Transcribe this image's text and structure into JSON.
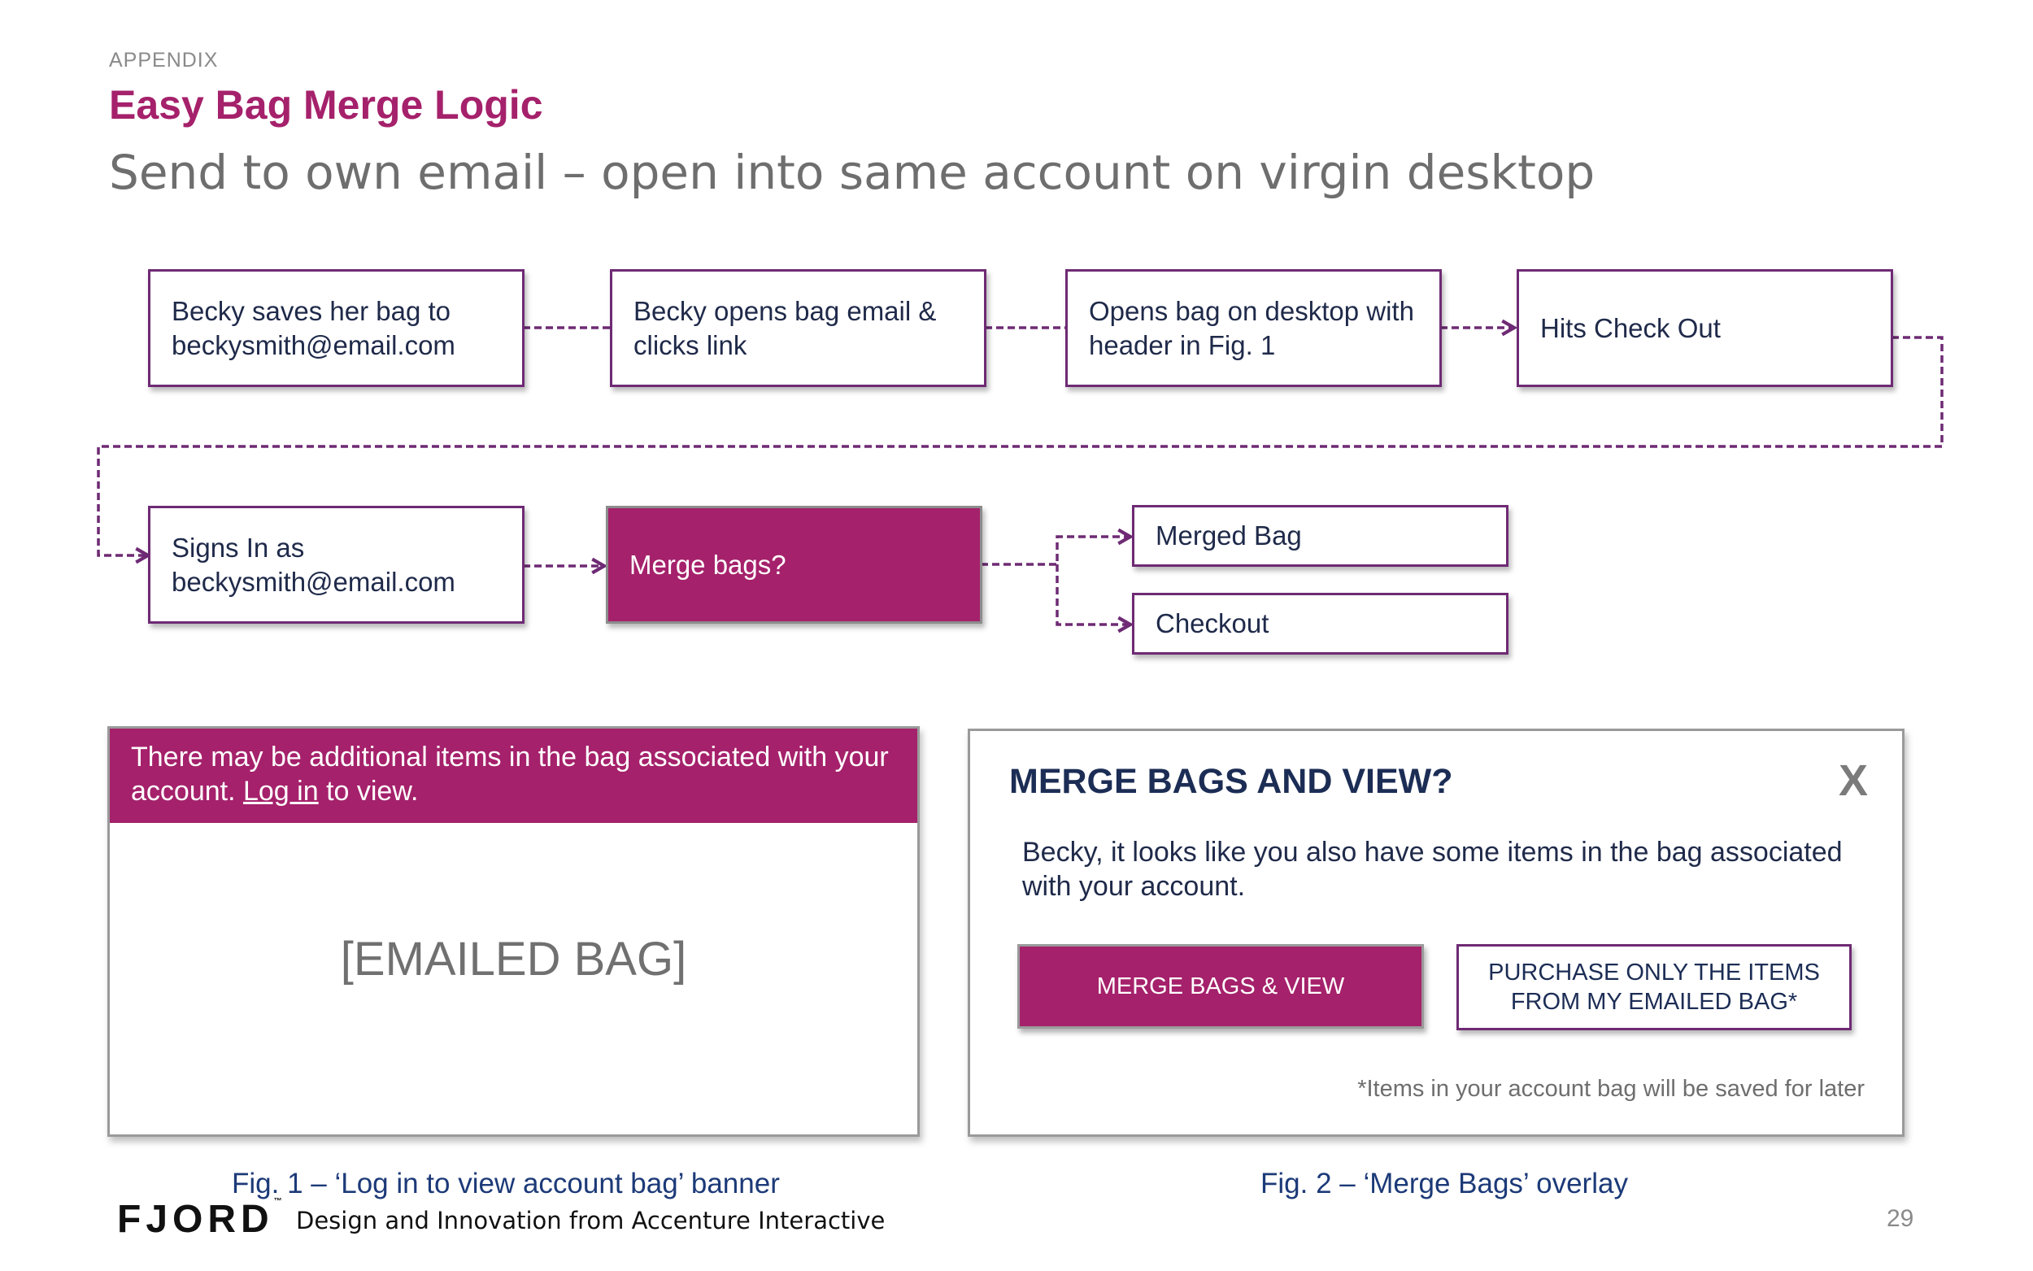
{
  "header": {
    "kicker": "APPENDIX",
    "title": "Easy Bag Merge Logic",
    "subtitle": "Send to own email – open into same account on virgin desktop"
  },
  "flow": {
    "step1": "Becky saves her bag to beckysmith@email.com",
    "step2": "Becky opens bag email & clicks link",
    "step3": "Opens bag on desktop with header in Fig. 1",
    "step4": "Hits Check Out",
    "step5": "Signs In as beckysmith@email.com",
    "decision": "Merge bags?",
    "outcome_merged": "Merged Bag",
    "outcome_checkout": "Checkout"
  },
  "fig1": {
    "banner_before": "There may be additional items in the bag associated with your account. ",
    "banner_link": "Log in",
    "banner_after": " to view.",
    "placeholder": "[EMAILED BAG]",
    "caption": "Fig. 1 – ‘Log in to view account bag’ banner"
  },
  "fig2": {
    "title": "MERGE BAGS AND VIEW?",
    "close": "X",
    "body": "Becky, it looks like you also have some items in the bag associated with your account.",
    "merge_button": "MERGE BAGS & VIEW",
    "purchase_button": "PURCHASE ONLY THE ITEMS FROM MY EMAILED BAG*",
    "note": "*Items in your account bag will be saved for later",
    "caption": "Fig. 2 – ‘Merge Bags’ overlay"
  },
  "footer": {
    "logo": "FJORD",
    "logo_tm": "™",
    "tagline": "Design and Innovation from Accenture Interactive",
    "page": "29"
  },
  "colors": {
    "accent": "#a5216b",
    "connector": "#6e2a74",
    "navy": "#1c2d55"
  }
}
